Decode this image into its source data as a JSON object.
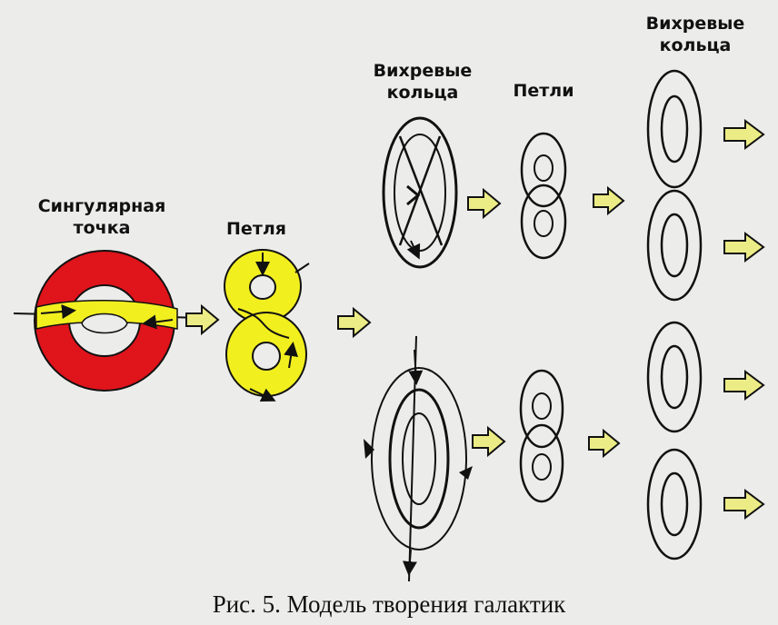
{
  "labels": {
    "singular_point_line1": "Сингулярная",
    "singular_point_line2": "точка",
    "loop": "Петля",
    "vortex_rings_top_line1": "Вихревые",
    "vortex_rings_top_line2": "кольца",
    "loops": "Петли",
    "vortex_rings_right_line1": "Вихревые",
    "vortex_rings_right_line2": "кольца"
  },
  "caption": "Рис. 5. Модель творения галактик",
  "colors": {
    "torus": "#e0141b",
    "loop_fill": "#f2ef1f",
    "arrow_fill": "#ecec86",
    "stroke": "#111111",
    "background": "#ececeb"
  }
}
